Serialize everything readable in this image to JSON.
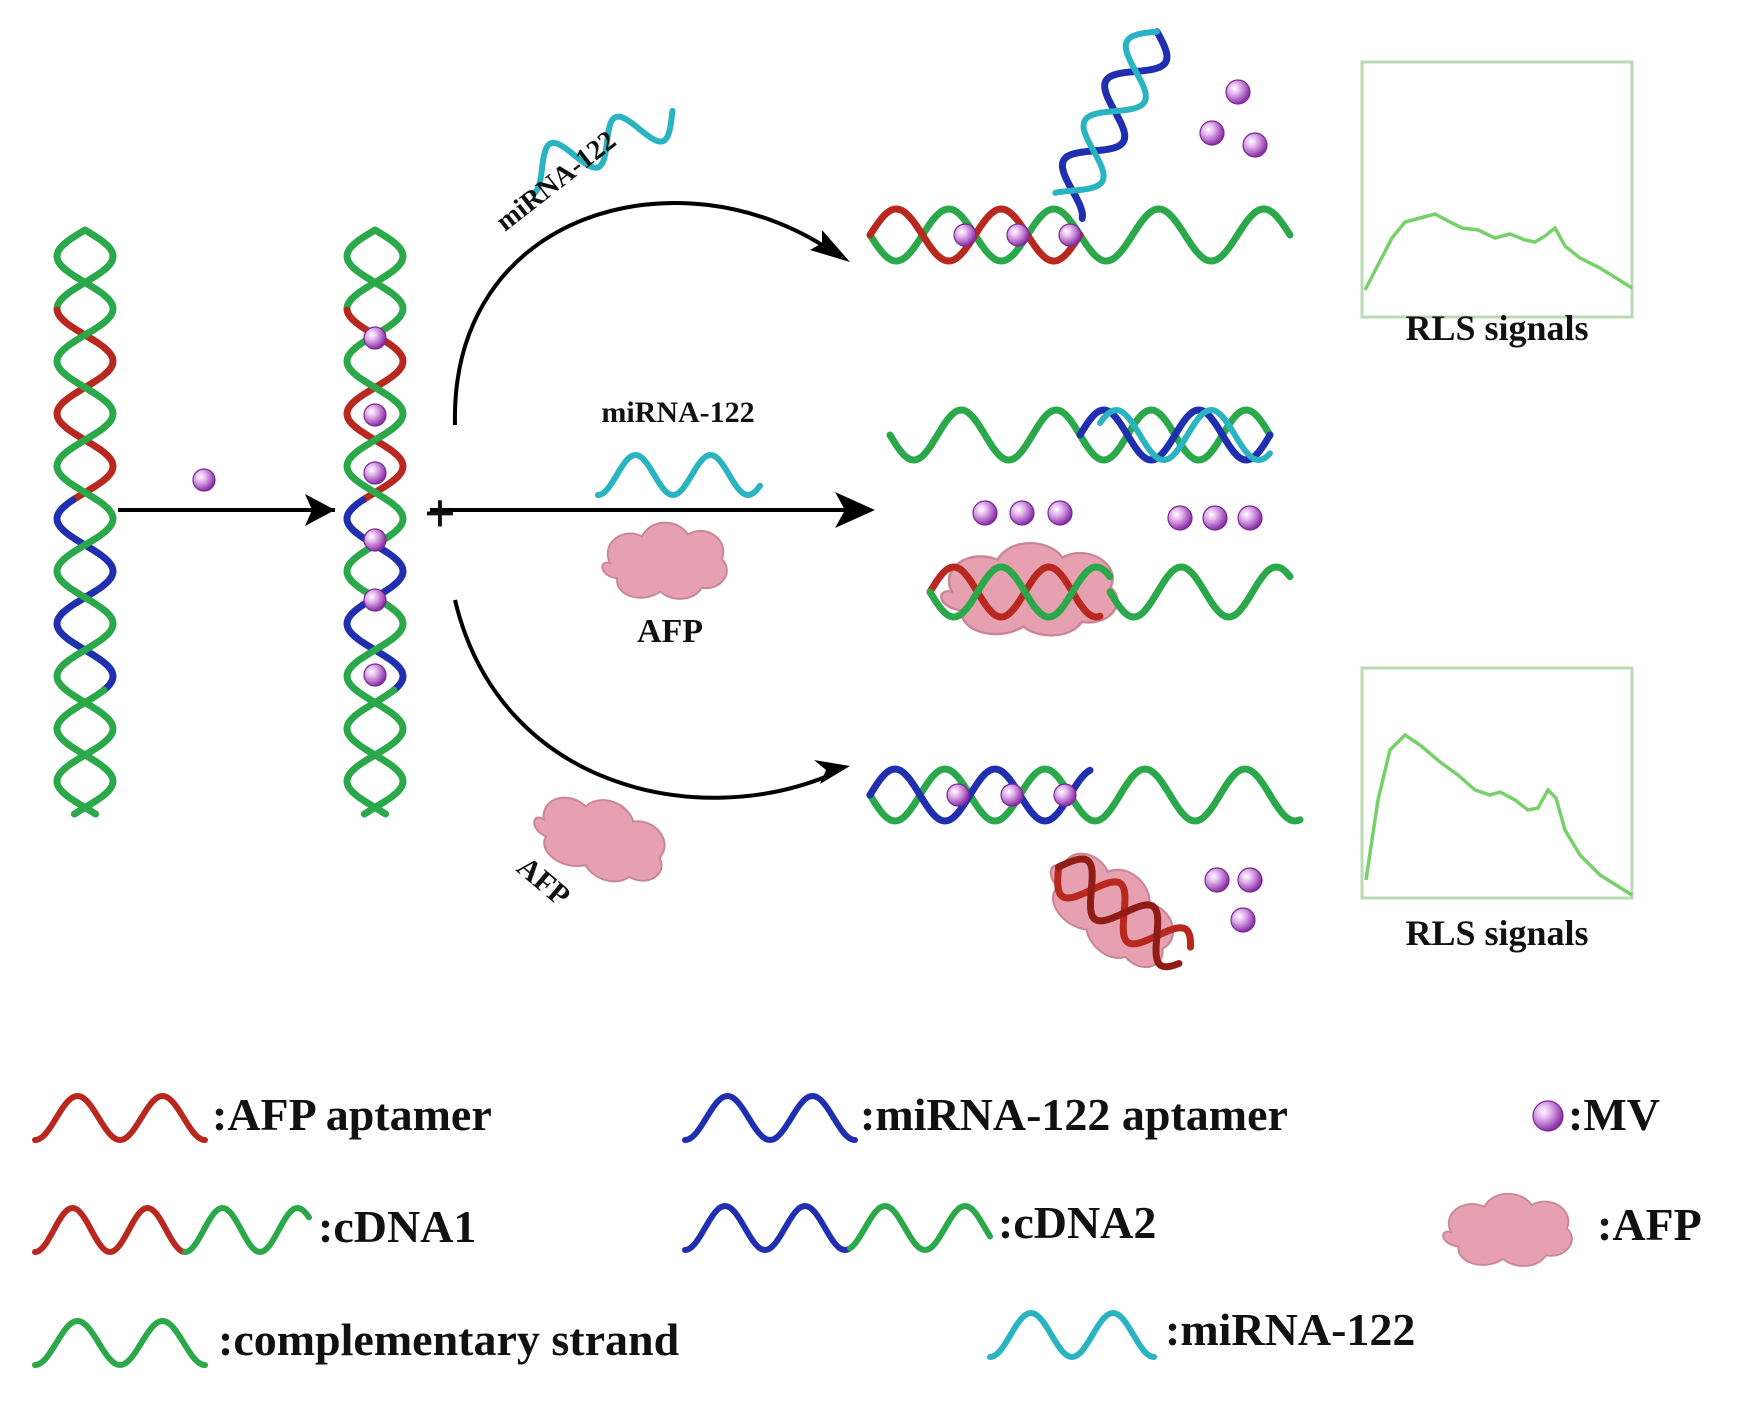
{
  "labels": {
    "mirna_top": "miRNA-122",
    "mirna_mid": "miRNA-122",
    "afp_mid": "AFP",
    "afp_bottom": "AFP",
    "rls_top": "RLS signals",
    "rls_bottom": "RLS signals",
    "plus": "+"
  },
  "legend": {
    "afp_aptamer": ":AFP aptamer",
    "mirna_aptamer": ":miRNA-122 aptamer",
    "mv": ":MV",
    "cdna1": ":cDNA1",
    "cdna2": ":cDNA2",
    "afp": ":AFP",
    "complementary": ":complementary strand",
    "mirna": ":miRNA-122"
  },
  "colors": {
    "green": "#2aa84a",
    "red": "#b8281e",
    "blue": "#1f2fb0",
    "cyan": "#2ab3c0",
    "pink": "#e6a0b0",
    "mv": "#a44fbf",
    "signal": "#77d06a"
  }
}
